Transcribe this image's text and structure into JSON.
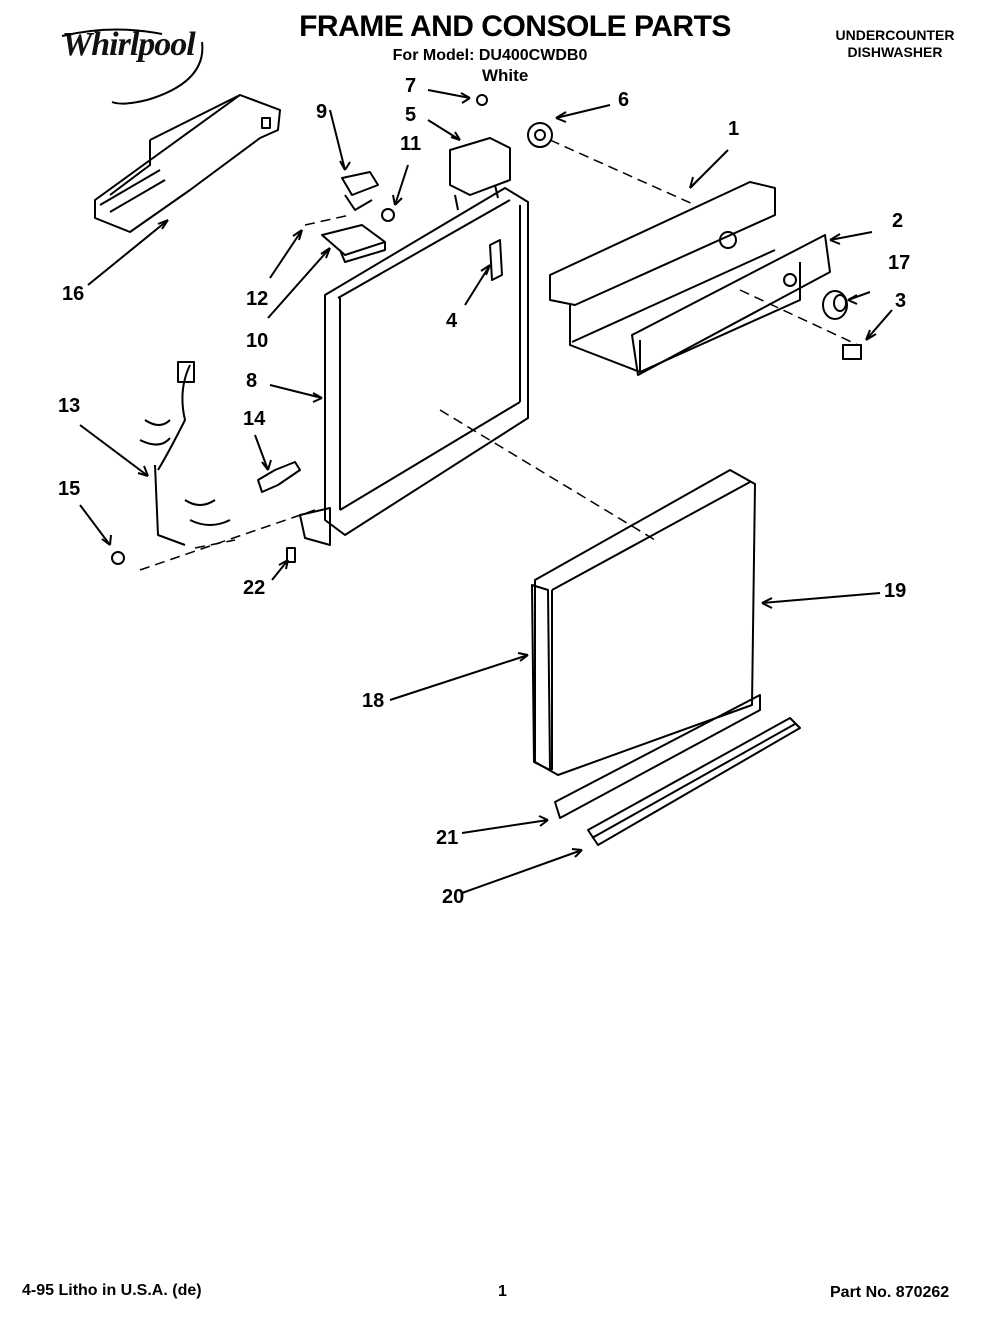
{
  "header": {
    "brand": "Whirlpool",
    "title": "FRAME AND CONSOLE PARTS",
    "model_line": "For Model: DU400CWDB0",
    "color": "White",
    "product_line1": "UNDERCOUNTER",
    "product_line2": "DISHWASHER"
  },
  "callouts": {
    "c1": "1",
    "c2": "2",
    "c3": "3",
    "c4": "4",
    "c5": "5",
    "c6": "6",
    "c7": "7",
    "c8": "8",
    "c9": "9",
    "c10": "10",
    "c11": "11",
    "c12": "12",
    "c13": "13",
    "c14": "14",
    "c15": "15",
    "c16": "16",
    "c17": "17",
    "c18": "18",
    "c19": "19",
    "c20": "20",
    "c21": "21",
    "c22": "22"
  },
  "footer": {
    "litho": "4-95  Litho in U.S.A. (de)",
    "page": "1",
    "part_no": "Part No. 870262"
  }
}
